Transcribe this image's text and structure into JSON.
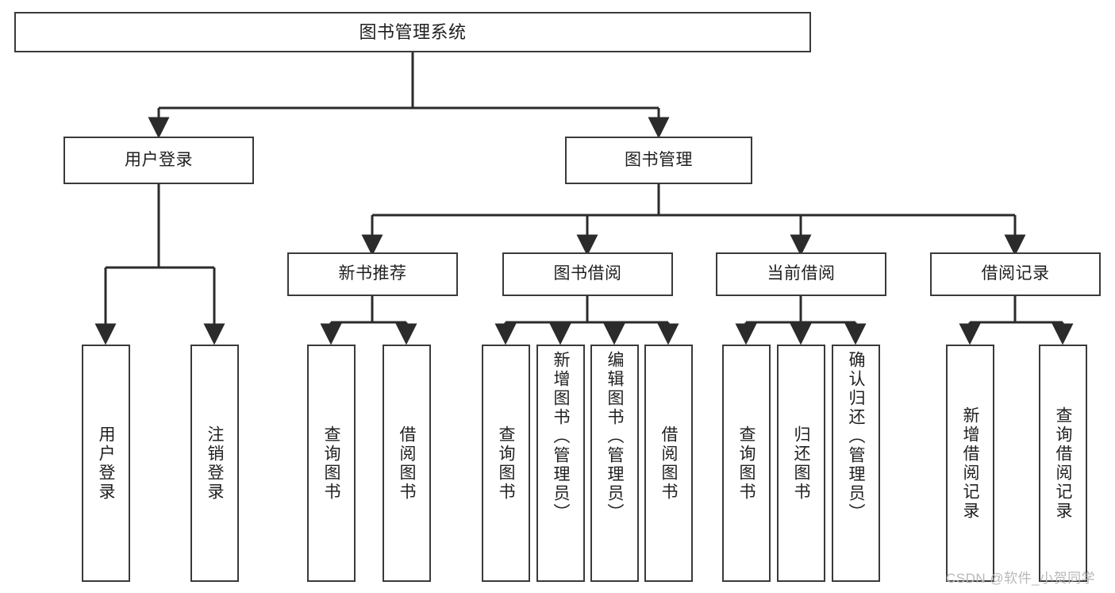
{
  "diagram": {
    "title": "图书管理系统",
    "type": "tree",
    "orientation": "top-down",
    "colors": {
      "background": "#ffffff",
      "box_border": "#3a3a3a",
      "box_fill": "#ffffff",
      "connector": "#2b2b2b",
      "text": "#1f1f1f",
      "watermark": "#b8b8b8"
    },
    "nodes": {
      "root": {
        "label": "图书管理系统"
      },
      "level2": [
        {
          "id": "user-login",
          "label": "用户登录"
        },
        {
          "id": "book-manage",
          "label": "图书管理"
        }
      ],
      "level3": [
        {
          "id": "new-book-rec",
          "label": "新书推荐"
        },
        {
          "id": "book-borrow",
          "label": "图书借阅"
        },
        {
          "id": "current-borrow",
          "label": "当前借阅"
        },
        {
          "id": "borrow-record",
          "label": "借阅记录"
        }
      ],
      "leaves": [
        {
          "id": "leaf-user-login",
          "label": "用户登录",
          "parent": "user-login"
        },
        {
          "id": "leaf-logout",
          "label": "注销登录",
          "parent": "user-login"
        },
        {
          "id": "leaf-query-book-1",
          "label": "查询图书",
          "parent": "new-book-rec"
        },
        {
          "id": "leaf-borrow-book-1",
          "label": "借阅图书",
          "parent": "new-book-rec"
        },
        {
          "id": "leaf-query-book-2",
          "label": "查询图书",
          "parent": "book-borrow"
        },
        {
          "id": "leaf-add-book",
          "label": "新增图书（管理员）",
          "parent": "book-borrow"
        },
        {
          "id": "leaf-edit-book",
          "label": "编辑图书（管理员）",
          "parent": "book-borrow"
        },
        {
          "id": "leaf-borrow-book-2",
          "label": "借阅图书",
          "parent": "book-borrow"
        },
        {
          "id": "leaf-query-book-3",
          "label": "查询图书",
          "parent": "current-borrow"
        },
        {
          "id": "leaf-return-book",
          "label": "归还图书",
          "parent": "current-borrow"
        },
        {
          "id": "leaf-confirm-return",
          "label": "确认归还（管理员）",
          "parent": "current-borrow"
        },
        {
          "id": "leaf-add-record",
          "label": "新增借阅记录",
          "parent": "borrow-record"
        },
        {
          "id": "leaf-query-record",
          "label": "查询借阅记录",
          "parent": "borrow-record"
        }
      ]
    },
    "watermark": "CSDN @软件_小贺同学"
  }
}
